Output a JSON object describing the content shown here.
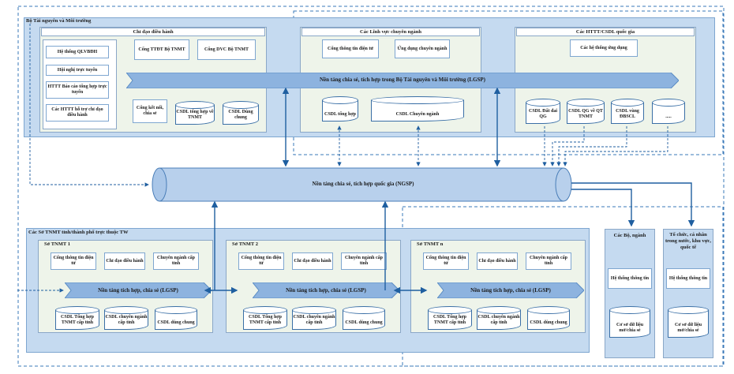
{
  "ministry": {
    "title": "Bộ Tài nguyên và Môi trường",
    "command_section": {
      "title": "Chỉ đạo điều hành",
      "left_items": [
        "Hệ thống QLVBĐH",
        "Hội nghị trực tuyến",
        "HTTT Báo cáo tổng hợp trực tuyến",
        "Các HTTT hỗ trợ chỉ đạo điều hành"
      ],
      "portal": "Cổng TTĐT Bộ TNMT",
      "dvc": "Cổng DVC Bộ TNMT",
      "bottom_items": [
        "Cổng kết nối, chia sẻ",
        "CSDL tổng hợp về TNMT",
        "CSDL Dùng chung"
      ]
    },
    "sector_section": {
      "title": "Các Lĩnh vực chuyên ngành",
      "portal": "Cổng thông tin điện tử",
      "app": "Ứng dụng chuyên ngành",
      "db_summary": "CSDL tổng hợp",
      "db_sector": "CSDL Chuyên ngành"
    },
    "national_section": {
      "title": "Các HTTT/CSDL quốc gia",
      "apps": "Các hệ thống ứng dụng",
      "dbs": [
        "CSDL Đất đai QG",
        "CSDL QG về QT TNMT",
        "CSDL vùng ĐBSCL",
        "....."
      ]
    },
    "lgsp_label": "Nền tảng chia sẻ, tích hợp trong Bộ Tài nguyên và Môi trường (LGSP)"
  },
  "ngsp_label": "Nền tảng chia sẻ, tích hợp quốc gia (NGSP)",
  "provinces": {
    "title": "Các Sở TNMT tỉnh/thành phố trực thuộc TW",
    "departments": [
      {
        "title": "Sở TNMT 1",
        "top": [
          "Cổng thông tin điện tử",
          "Chỉ đạo điều hành",
          "Chuyên ngành cấp tỉnh"
        ],
        "band": "Nền tảng tích hợp, chia sẻ (LGSP)",
        "dbs": [
          "CSDL Tổng hợp TNMT cấp tỉnh",
          "CSDL chuyên ngành cấp tỉnh",
          "CSDL dùng chung"
        ]
      },
      {
        "title": "Sở TNMT 2",
        "top": [
          "Cổng thông tin điện tử",
          "Chỉ đạo điều hành",
          "Chuyên ngành cấp tỉnh"
        ],
        "band": "Nền tảng tích hợp, chia sẻ (LGSP)",
        "dbs": [
          "CSDL Tổng hợp TNMT cấp tỉnh",
          "CSDL chuyên ngành cấp tỉnh",
          "CSDL dùng chung"
        ]
      },
      {
        "title": "Sở TNMT n",
        "top": [
          "Cổng thông tin điện tử",
          "Chỉ đạo điều hành",
          "Chuyên ngành cấp tỉnh"
        ],
        "band": "Nền tảng tích hợp, chia sẻ (LGSP)",
        "dbs": [
          "CSDL Tổng hợp TNMT cấp tỉnh",
          "CSDL chuyên ngành cấp tỉnh",
          "CSDL dùng chung"
        ]
      }
    ]
  },
  "ministries": {
    "title": "Các Bộ, ngành",
    "system": "Hệ thống thông tin",
    "db": "Cơ sở dữ liệu mở/chia sẻ"
  },
  "organizations": {
    "title": "Tổ chức, cá nhân trong nước, khu vực, quốc tế",
    "system": "Hệ thống thông tin",
    "db": "Cơ sở dữ liệu mở/chia sẻ"
  }
}
